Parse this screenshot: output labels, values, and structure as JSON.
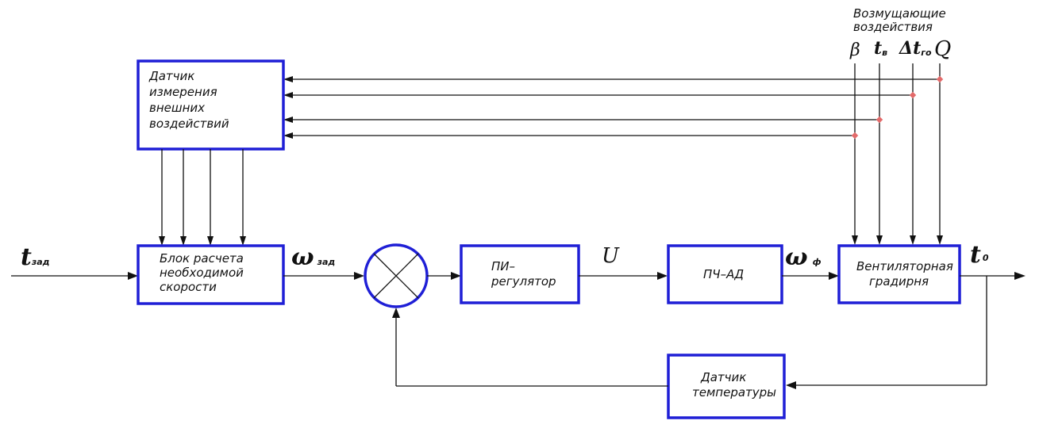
{
  "disturbances": {
    "heading": [
      "Возмущающие",
      "воздействия"
    ],
    "beta": "β",
    "tv": {
      "main": "t",
      "sub": "в"
    },
    "dtgo": {
      "main": "Δt",
      "sub": "го"
    },
    "q": "Q"
  },
  "blocks": {
    "sensor_external": [
      "Датчик",
      "измерения",
      "внешних",
      "воздействий"
    ],
    "speed_calc": [
      "Блок расчета",
      "необходимой",
      "скорости"
    ],
    "pi_controller": [
      "ПИ–",
      "регулятор"
    ],
    "inverter_motor": [
      "ПЧ–АД"
    ],
    "cooling_tower": [
      "Вентиляторная",
      "градирня"
    ],
    "temp_sensor": [
      "Датчик",
      "температуры"
    ]
  },
  "signals": {
    "t_set": {
      "main": "t",
      "sub": "зад"
    },
    "omega_set": {
      "main": "ω",
      "sub": "зад"
    },
    "u": "U",
    "omega_f": {
      "main": "ω",
      "sub": "ф"
    },
    "t_out": {
      "main": "t",
      "sub": "0"
    }
  },
  "colors": {
    "block_border": "#1f1fd6",
    "line": "#111111",
    "junction_dot": "#e36a6a"
  }
}
